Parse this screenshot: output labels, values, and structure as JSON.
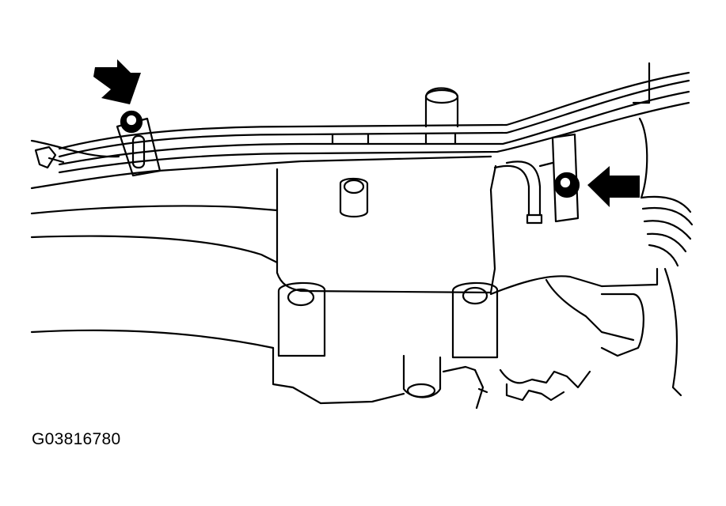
{
  "figure": {
    "code": "G03816780",
    "callouts": [
      {
        "target": "pipe-bracket-bolt",
        "pointer": "down-right-arrow-icon"
      },
      {
        "target": "pipe-clamp-bolt",
        "pointer": "left-arrow-icon"
      }
    ],
    "colors": {
      "line": "#000000",
      "background": "#ffffff"
    }
  }
}
